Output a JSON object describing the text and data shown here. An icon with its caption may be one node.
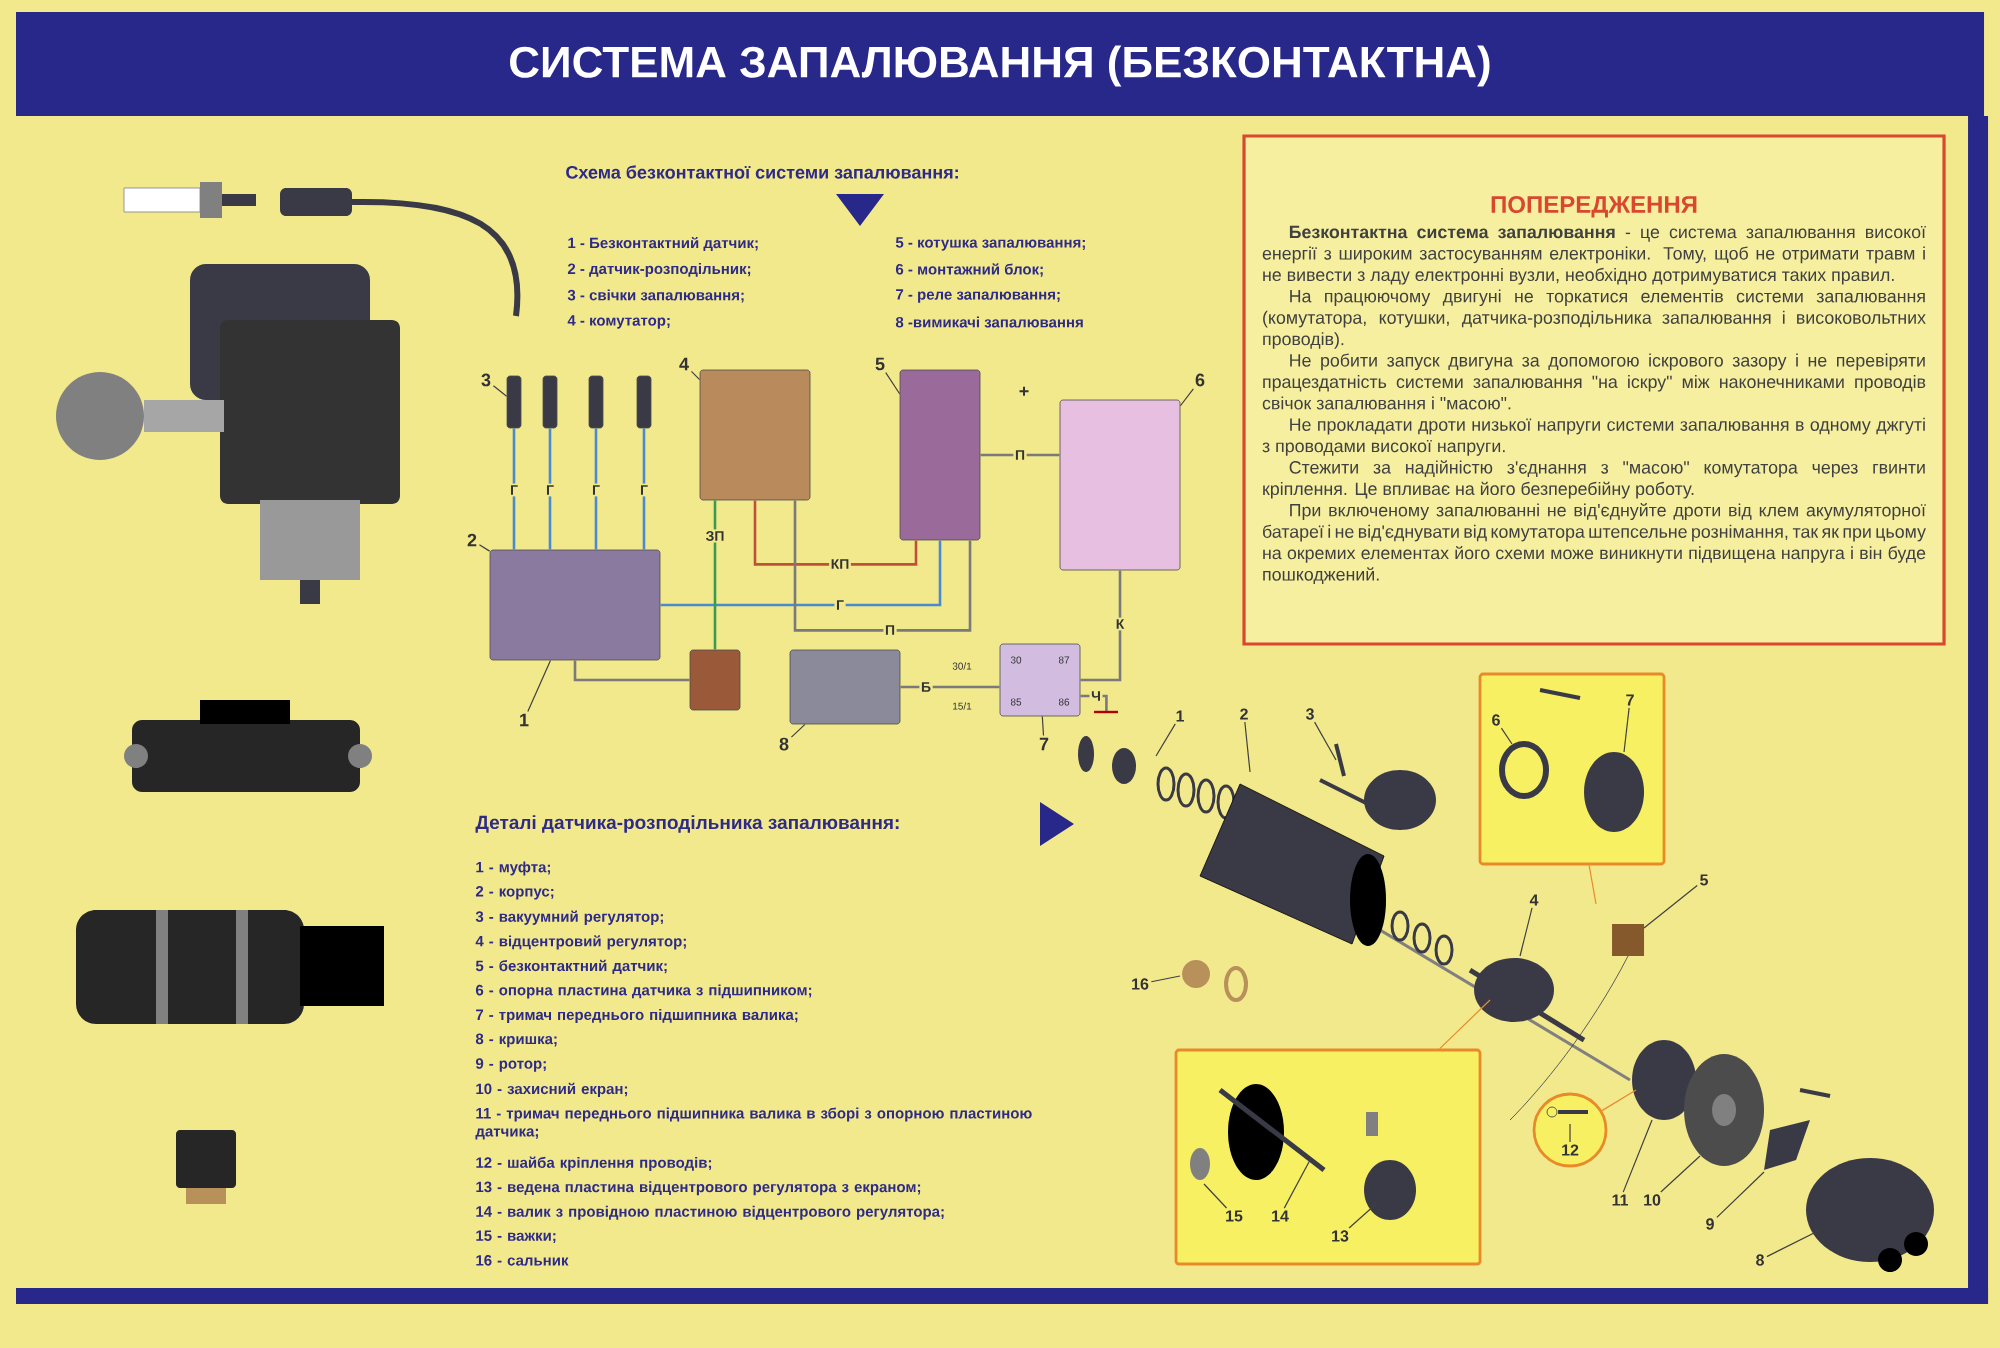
{
  "diagram": {
    "title": "СИСТЕМА ЗАПАЛЮВАННЯ (БЕЗКОНТАКТНА)",
    "nodes": [
      {
        "text": [
          "ПОПЕРЕДЖЕННЯ",
          "**Безконтактна система запалювання** - це система запалювання високої енергії з широким застосуванням електроніки. Тому, щоб не отримати травм і не вивести з ладу електронні вузли, необхідно дотримуватися таких правил.",
          "На працюючому двигуні не торкатися елементів системи запалювання (комутатора, котушки, датчика-розподільника запалювання і високовольтних проводів).",
          "Не робити запуск двигуна за допомогою іскрового зазору і не перевіряти працездатність системи запалювання \"на іскру\" між наконечниками проводів свічок запалювання і \"масою\".",
          "Не прокладати дроти низької напруги системи запалювання в одному джгуті з проводами високої напруги.",
          "Стежити за надійністю з'єднання з \"масою\" комутатора через гвинти кріплення. Це впливає на його безперебійну роботу.",
          "При включеному запалюванні не від'єднуйте дроти від клем акумуляторної батареї і не від'єднувати від комутатора штепсельне рознімання, так як при цьому на окремих елементах його схеми може виникнути підвищена напруга і він буде пошкоджений."
        ]
      },
      {
        "text": [],
        "shape": "box"
      },
      {
        "text": [],
        "shape": "box"
      },
      {
        "text": [],
        "shape": "box"
      },
      {
        "text": [],
        "shape": "box"
      },
      {
        "text": [],
        "shape": "box"
      },
      {
        "text": [],
        "shape": "box"
      },
      {
        "text": [],
        "shape": "box"
      },
      {
        "text": [],
        "shape": "box"
      },
      {
        "text": [],
        "shape": "box"
      },
      {
        "text": [],
        "shape": "box"
      },
      {
        "text": [],
        "shape": "box"
      },
      {
        "text": [
          "3"
        ]
      },
      {
        "text": [
          "4"
        ]
      },
      {
        "text": [
          "5"
        ]
      },
      {
        "text": [
          "6"
        ]
      },
      {
        "text": [
          "2"
        ]
      },
      {
        "text": [
          "1"
        ]
      },
      {
        "text": [
          "8"
        ]
      },
      {
        "text": [
          "7"
        ]
      },
      {
        "text": [
          "1"
        ]
      },
      {
        "text": [
          "2"
        ]
      },
      {
        "text": [
          "3"
        ]
      },
      {
        "text": [],
        "shape": "box"
      },
      {
        "text": [
          "7"
        ],
        "in": 23
      },
      {
        "text": [
          "6"
        ],
        "in": 23
      },
      {
        "text": [
          "4"
        ]
      },
      {
        "text": [
          "5"
        ]
      },
      {
        "text": [
          "16"
        ]
      },
      {
        "text": [],
        "shape": "box"
      },
      {
        "text": [
          "15"
        ],
        "in": 29
      },
      {
        "text": [
          "14"
        ],
        "in": 29
      },
      {
        "text": [
          "13"
        ],
        "in": 29
      },
      {
        "text": [],
        "shape": "circle"
      },
      {
        "text": [
          "12"
        ],
        "in": 33
      },
      {
        "text": [
          "11"
        ]
      },
      {
        "text": [
          "10"
        ]
      },
      {
        "text": [
          "9"
        ]
      },
      {
        "text": [
          "8"
        ]
      }
    ],
    "edges": [
      {
        "from": 8,
        "to": 1,
        "arrow": "none",
        "label": "Г",
        "color": "#4a8ad0"
      },
      {
        "from": 8,
        "to": 2,
        "arrow": "none",
        "label": "Г",
        "color": "#4a8ad0"
      },
      {
        "from": 8,
        "to": 3,
        "arrow": "none",
        "label": "Г",
        "color": "#4a8ad0"
      },
      {
        "from": 8,
        "to": 4,
        "arrow": "none",
        "label": "Г",
        "color": "#4a8ad0"
      },
      {
        "from": 8,
        "to": 6,
        "arrow": "none",
        "label": "Г",
        "color": "#4a8ad0"
      },
      {
        "from": 5,
        "to": 6,
        "arrow": "none",
        "label": "КП",
        "color": "#c0503a"
      },
      {
        "from": 5,
        "to": 9,
        "arrow": "none",
        "label": "ЗП",
        "color": "#3a9a50"
      },
      {
        "from": 9,
        "to": 8,
        "arrow": "none",
        "color": "#7a7a7a"
      },
      {
        "from": 5,
        "to": 6,
        "arrow": "none",
        "label": "П",
        "color": "#7a7a7a"
      },
      {
        "from": 6,
        "to": 7,
        "arrow": "none",
        "label": "П",
        "color": "#7a7a7a"
      },
      {
        "from": 7,
        "to": 11,
        "arrow": "none",
        "label": "К",
        "color": "#7a7a7a"
      },
      {
        "from": 10,
        "to": 11,
        "arrow": "none",
        "label": "Б",
        "color": "#7a7a7a"
      },
      {
        "from": 11,
        "to": null,
        "arrow": "none",
        "label": "Ч",
        "color": "#7a7a7a"
      },
      {
        "from": 12,
        "to": 1,
        "arrow": "none"
      },
      {
        "from": 13,
        "to": 5,
        "arrow": "none"
      },
      {
        "from": 14,
        "to": 6,
        "arrow": "none"
      },
      {
        "from": 15,
        "to": 7,
        "arrow": "none"
      },
      {
        "from": 16,
        "to": 8,
        "arrow": "none"
      },
      {
        "from": 17,
        "to": 8,
        "arrow": "none"
      },
      {
        "from": 18,
        "to": 10,
        "arrow": "none"
      },
      {
        "from": 19,
        "to": 11,
        "arrow": "none"
      },
      {
        "from": 20,
        "to": null,
        "arrow": "none"
      },
      {
        "from": 21,
        "to": null,
        "arrow": "none"
      },
      {
        "from": 22,
        "to": null,
        "arrow": "none"
      },
      {
        "from": 23,
        "to": null,
        "arrow": "none",
        "color": "#e98a2a"
      },
      {
        "from": 24,
        "to": null,
        "arrow": "none"
      },
      {
        "from": 25,
        "to": null,
        "arrow": "none"
      },
      {
        "from": 26,
        "to": null,
        "arrow": "none"
      },
      {
        "from": 27,
        "to": null,
        "arrow": "none"
      },
      {
        "from": 28,
        "to": null,
        "arrow": "none"
      },
      {
        "from": 29,
        "to": null,
        "arrow": "none",
        "color": "#e98a2a"
      },
      {
        "from": 30,
        "to": null,
        "arrow": "none"
      },
      {
        "from": 31,
        "to": null,
        "arrow": "none"
      },
      {
        "from": 32,
        "to": null,
        "arrow": "none"
      },
      {
        "from": 33,
        "to": null,
        "arrow": "none",
        "color": "#e98a2a"
      },
      {
        "from": 34,
        "to": null,
        "arrow": "none"
      },
      {
        "from": 35,
        "to": null,
        "arrow": "none"
      },
      {
        "from": 36,
        "to": null,
        "arrow": "none"
      },
      {
        "from": 37,
        "to": null,
        "arrow": "none"
      },
      {
        "from": 38,
        "to": null,
        "arrow": "none"
      }
    ],
    "labels": [
      "Схема безконтактної системи запалювання:",
      "1 - Безконтактний датчик;",
      "2 - датчик-розподільник;",
      "3 - свічки запалювання;",
      "4 - комутатор;",
      "5 - котушка запалювання;",
      "6 - монтажний блок;",
      "7 - реле запалювання;",
      "8 -вимикачі запалювання",
      "Деталі датчика-розподільника запалювання:",
      "1 - муфта;",
      "2 - корпус;",
      "3 - вакуумний регулятор;",
      "4 - відцентровий регулятор;",
      "5 - безконтактний датчик;",
      "6 - опорна пластина датчика з підшипником;",
      "7 - тримач переднього підшипника валика;",
      "8 - кришка;",
      "9 - ротор;",
      "10 - захисний екран;",
      "11 - тримач переднього підшипника валика в зборі з опорною пластиною датчика;",
      "12 - шайба кріплення проводів;",
      "13 - ведена пластина відцентрового регулятора з екраном;",
      "14 - валик з провідною пластиною відцентрового регулятора;",
      "15 - важки;",
      "16 - сальник",
      "+",
      "30",
      "87",
      "85",
      "86",
      "30/1",
      "15/1"
    ]
  }
}
